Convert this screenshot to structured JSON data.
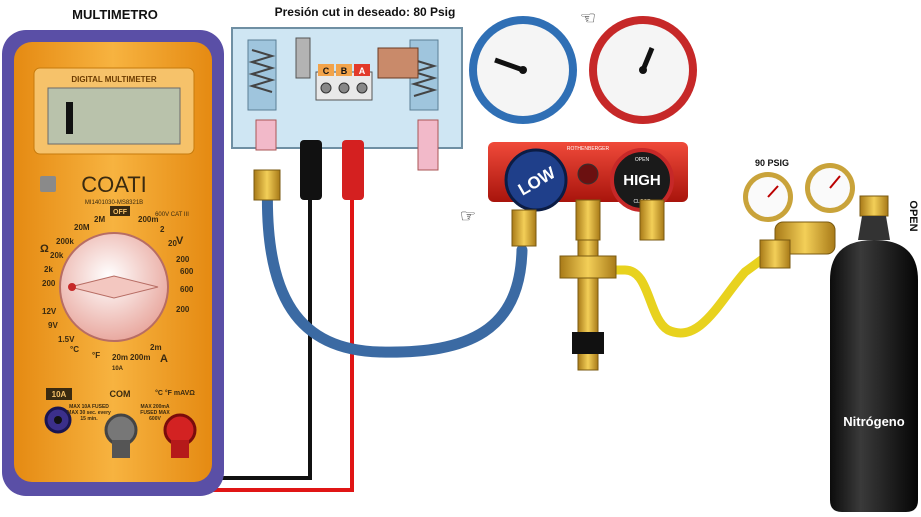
{
  "title": "Presión cut in deseado: 80 Psig",
  "multimeter": {
    "label": "MULTIMETRO",
    "brand_header": "DIGITAL MULTIMETER",
    "brand": "COATI",
    "model": "MI1401030-MS8321B",
    "cat": "600V CAT III",
    "dial": {
      "off": "OFF",
      "left": [
        "2M",
        "20M",
        "200k",
        "Ω",
        "20k",
        "2k",
        "200",
        "12V",
        "9V",
        "1.5V"
      ],
      "right": [
        "200m",
        "2",
        "20",
        "200",
        "600",
        "600",
        "200",
        "V"
      ],
      "bottom": [
        "°C",
        "°F",
        "20m",
        "10A",
        "200m",
        "2m",
        "A"
      ]
    },
    "ports": {
      "10a": "10A",
      "com": "COM",
      "vma": "°C °F mAVΩ"
    },
    "warn_10a": "MAX 10A FUSED MAX 30 sec. every 15 min.",
    "warn_com": "MAX 200mA FUSED MAX 600V"
  },
  "switch": {
    "terminals": [
      "C",
      "B",
      "A"
    ]
  },
  "manifold": {
    "low": "LOW",
    "high": "HIGH",
    "open": "OPEN",
    "close": "CLOSE",
    "maker": "ROTHENBERGER"
  },
  "regulator": {
    "label": "90 PSIG"
  },
  "tank": {
    "label": "Nitrógeno",
    "open": "OPEN"
  },
  "colors": {
    "multimeter_body": "#f2a11f",
    "multimeter_frame": "#5a4fa6",
    "low_gauge": "#2f6fb5",
    "high_gauge": "#c62828",
    "hose_blue": "#3b6aa3",
    "hose_yellow": "#e8d21e",
    "wire_red": "#e01515",
    "wire_black": "#111111",
    "tank": "#1c1c1c"
  }
}
